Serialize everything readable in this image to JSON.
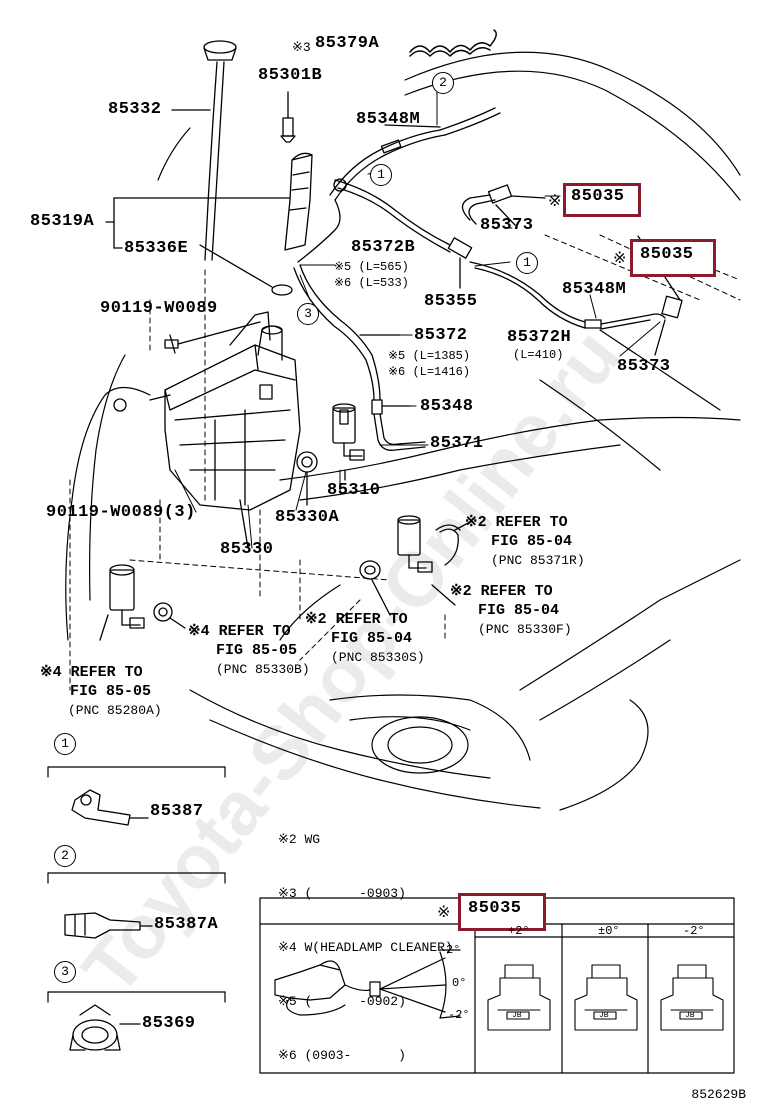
{
  "note_mark": "※",
  "labels": {
    "p85379A": "85379A",
    "p85301B": "85301B",
    "p85332": "85332",
    "p85348M_top": "85348M",
    "p85319A": "85319A",
    "p85336E": "85336E",
    "p85035_a": "85035",
    "p85373_a": "85373",
    "p85035_b": "85035",
    "p85372B": "85372B",
    "p85355": "85355",
    "p85348M_right": "85348M",
    "p85372H": "85372H",
    "p85373_b": "85373",
    "p90119_a": "90119-W0089",
    "p85372": "85372",
    "p85348": "85348",
    "p85371": "85371",
    "p85310": "85310",
    "p90119_b": "90119-W0089(3)",
    "p85330A": "85330A",
    "p85330": "85330",
    "p85387": "85387",
    "p85387A": "85387A",
    "p85369": "85369",
    "p85035_box": "85035"
  },
  "sub_notes": {
    "n5_565": "※5 (L=565)",
    "n6_533": "※6 (L=533)",
    "n5_1385": "※5 (L=1385)",
    "n6_1416": "※6 (L=1416)",
    "l410": "(L=410)",
    "n3": "※3"
  },
  "refs": {
    "r1": {
      "mark": "※2",
      "line1": "REFER TO",
      "line2": "FIG 85-04",
      "pnc": "(PNC 85371R)"
    },
    "r2": {
      "mark": "※2",
      "line1": "REFER TO",
      "line2": "FIG 85-04",
      "pnc": "(PNC 85330F)"
    },
    "r3": {
      "mark": "※2",
      "line1": "REFER TO",
      "line2": "FIG 85-04",
      "pnc": "(PNC 85330S)"
    },
    "r4": {
      "mark": "※4",
      "line1": "REFER TO",
      "line2": "FIG 85-05",
      "pnc": "(PNC 85330B)"
    },
    "r5": {
      "mark": "※4",
      "line1": "REFER TO",
      "line2": "FIG 85-05",
      "pnc": "(PNC 85280A)"
    }
  },
  "circles": {
    "c1": "1",
    "c2": "2",
    "c3": "3"
  },
  "legend": [
    "※2 WG",
    "※3 (      -0903)",
    "※4 W(HEADLAMP CLEANER)",
    "※5 (      -0902)",
    "※6 (0903-      )"
  ],
  "spray_box": {
    "angles": [
      "+2°",
      "±0°",
      "-2°"
    ],
    "fan_labels": [
      "2°",
      "0°",
      "-2°"
    ],
    "chip_text": "JB"
  },
  "watermark": "Toyota-Shop-Online.ru",
  "figure_code": "852629B",
  "colors": {
    "highlight": "#8b1c2e",
    "line": "#000000",
    "watermark": "#e6e6e6"
  }
}
